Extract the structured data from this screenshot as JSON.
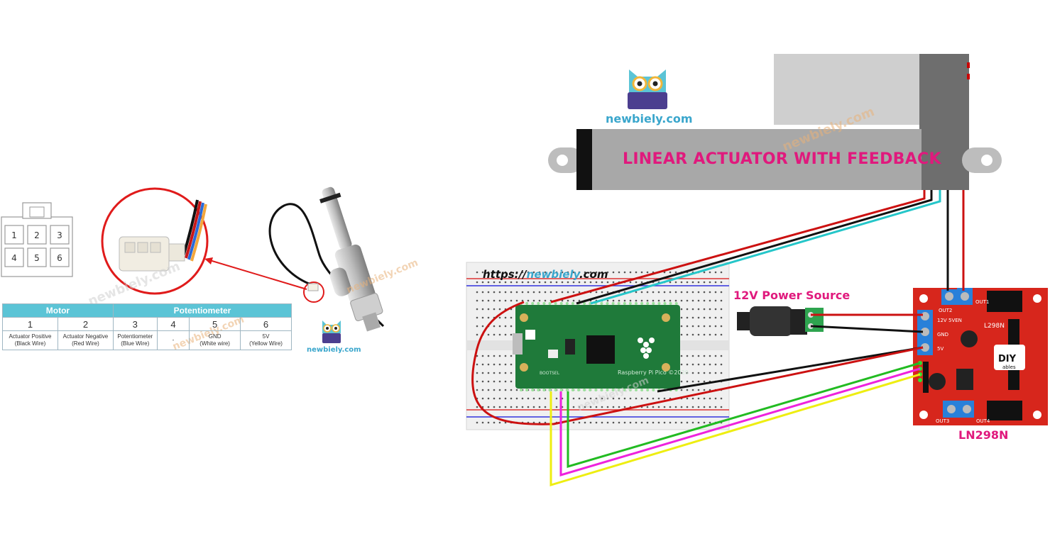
{
  "connector_table": {
    "groups": [
      "Motor",
      "Potentiometer"
    ],
    "pins": [
      {
        "num": "1",
        "desc_line1": "Actuator Positive",
        "desc_line2": "(Black Wire)"
      },
      {
        "num": "2",
        "desc_line1": "Actuator Negative",
        "desc_line2": "(Red Wire)"
      },
      {
        "num": "3",
        "desc_line1": "Potentiometer",
        "desc_line2": "(Blue Wire)"
      },
      {
        "num": "4",
        "desc_line1": "-",
        "desc_line2": ""
      },
      {
        "num": "5",
        "desc_line1": "GND",
        "desc_line2": "(White wire)"
      },
      {
        "num": "6",
        "desc_line1": "5V",
        "desc_line2": "(Yellow Wire)"
      }
    ]
  },
  "connector_pin_labels": [
    "1",
    "2",
    "3",
    "4",
    "5",
    "6"
  ],
  "brand": {
    "site": "newbiely.com",
    "watermark": "newbiely.com",
    "url_prefix": "https://",
    "url_host": "newbiely",
    "url_suffix": ".com",
    "diyables_top": "DIY",
    "diyables_bottom": "ables"
  },
  "labels": {
    "actuator": "LINEAR ACTUATOR WITH FEEDBACK",
    "power_source": "12V Power Source",
    "driver": "LN298N"
  },
  "driver_board": {
    "out1": "OUT1",
    "out2": "OUT2",
    "out3": "OUT3",
    "out4": "OUT4",
    "v12": "12V",
    "gnd": "GND",
    "v5": "5V",
    "v5en": "5VEN",
    "chip": "L298N"
  },
  "pico_board": {
    "name": "Raspberry Pi Pico ©2020",
    "bootsel": "BOOTSEL"
  },
  "colors": {
    "accent": "#e0197d",
    "brand": "#3aa6cc",
    "table_header": "#5bc4d6",
    "wire_red": "#cc1111",
    "wire_black": "#111111",
    "wire_cyan": "#25c6c9",
    "wire_green": "#22bb22",
    "wire_magenta": "#ee22dd",
    "wire_yellow": "#eeee11",
    "pico_green": "#1f7a3a",
    "driver_red": "#d7261c"
  }
}
